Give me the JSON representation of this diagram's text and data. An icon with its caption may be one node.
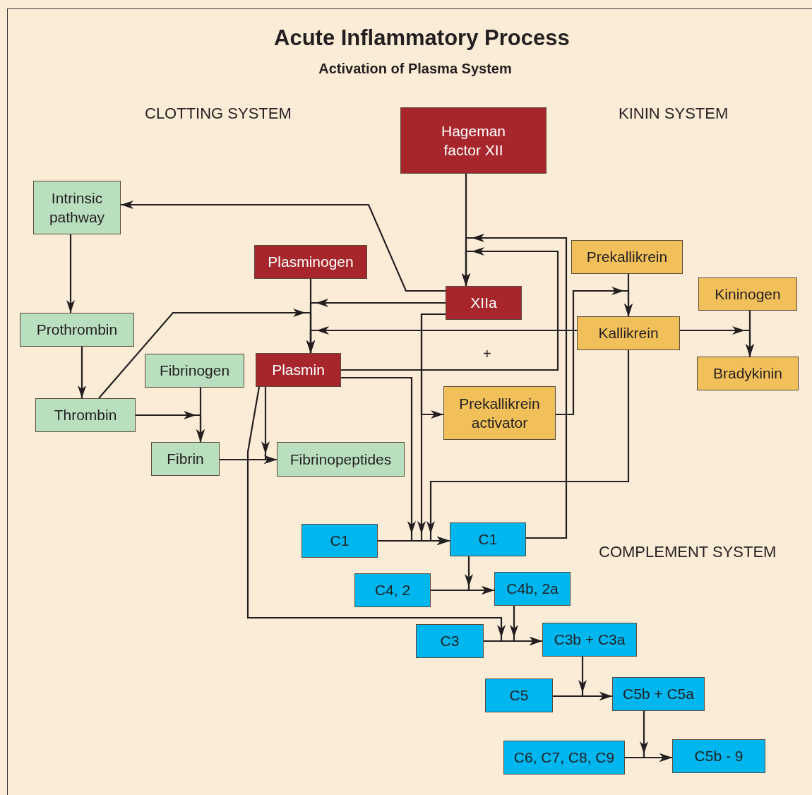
{
  "diagram": {
    "title": "Acute Inflammatory Process",
    "nodes": [
      {
        "text": [
          "Hageman factor XII"
        ]
      },
      {
        "text": [
          "Intrinsic pathway"
        ]
      },
      {
        "text": [
          "Plasminogen"
        ]
      },
      {
        "text": [
          "XIIa"
        ]
      },
      {
        "text": [
          "Prekallikrein"
        ]
      },
      {
        "text": [
          "Kininogen"
        ]
      },
      {
        "text": [
          "Prothrombin"
        ]
      },
      {
        "text": [
          "Kallikrein"
        ]
      },
      {
        "text": [
          "Bradykinin"
        ]
      },
      {
        "text": [
          "Fibrinogen"
        ]
      },
      {
        "text": [
          "Plasmin"
        ]
      },
      {
        "text": [
          "Thrombin"
        ]
      },
      {
        "text": [
          "Prekallikrein activator"
        ]
      },
      {
        "text": [
          "Fibrin"
        ]
      },
      {
        "text": [
          "Fibrinopeptides"
        ]
      },
      {
        "text": [
          "C1"
        ]
      },
      {
        "text": [
          "C1"
        ]
      },
      {
        "text": [
          "C4, 2"
        ]
      },
      {
        "text": [
          "C4b, 2a"
        ]
      },
      {
        "text": [
          "C3"
        ]
      },
      {
        "text": [
          "C3b + C3a"
        ]
      },
      {
        "text": [
          "C5"
        ]
      },
      {
        "text": [
          "C5b + C5a"
        ]
      },
      {
        "text": [
          "C6, C7, C8, C9"
        ]
      },
      {
        "text": [
          "C5b - 9"
        ]
      }
    ],
    "edges": [
      {
        "from": 0,
        "to": 3,
        "arrow": "to"
      },
      {
        "from": 3,
        "to": 1,
        "arrow": "to"
      },
      {
        "from": 1,
        "to": 6,
        "arrow": "to"
      },
      {
        "from": 6,
        "to": 11,
        "arrow": "to"
      },
      {
        "from": 2,
        "to": 10,
        "arrow": "to"
      },
      {
        "from": 3,
        "to": 10,
        "arrow": "to"
      },
      {
        "from": 11,
        "to": 10,
        "arrow": "to"
      },
      {
        "from": 7,
        "to": 10,
        "arrow": "to"
      },
      {
        "from": 10,
        "to": 3,
        "arrow": "to"
      },
      {
        "from": 16,
        "to": 3,
        "arrow": "to"
      },
      {
        "from": 3,
        "to": 16,
        "arrow": "to"
      },
      {
        "from": 3,
        "to": 12,
        "arrow": "to"
      },
      {
        "from": 10,
        "to": 16,
        "arrow": "to"
      },
      {
        "from": 7,
        "to": 16,
        "arrow": "to"
      },
      {
        "from": 15,
        "to": 16,
        "arrow": "to"
      },
      {
        "from": 12,
        "to": 7,
        "arrow": "to"
      },
      {
        "from": 4,
        "to": 7,
        "arrow": "to"
      },
      {
        "from": 7,
        "to": 8,
        "arrow": "to"
      },
      {
        "from": 5,
        "to": 8,
        "arrow": "to"
      },
      {
        "from": 9,
        "to": 13,
        "arrow": "to"
      },
      {
        "from": 11,
        "to": 13,
        "arrow": "to"
      },
      {
        "from": 13,
        "to": 14,
        "arrow": "to"
      },
      {
        "from": 10,
        "to": 14,
        "arrow": "to"
      },
      {
        "from": 10,
        "to": 20,
        "arrow": "to"
      },
      {
        "from": 16,
        "to": 18,
        "arrow": "to"
      },
      {
        "from": 17,
        "to": 18,
        "arrow": "to"
      },
      {
        "from": 18,
        "to": 20,
        "arrow": "to"
      },
      {
        "from": 19,
        "to": 20,
        "arrow": "to"
      },
      {
        "from": 20,
        "to": 22,
        "arrow": "to"
      },
      {
        "from": 21,
        "to": 22,
        "arrow": "to"
      },
      {
        "from": 22,
        "to": 24,
        "arrow": "to"
      },
      {
        "from": 23,
        "to": 24,
        "arrow": "to"
      }
    ],
    "labels": [
      "Activation of Plasma System",
      "CLOTTING SYSTEM",
      "KININ SYSTEM",
      "+",
      "COMPLEMENT SYSTEM"
    ]
  }
}
